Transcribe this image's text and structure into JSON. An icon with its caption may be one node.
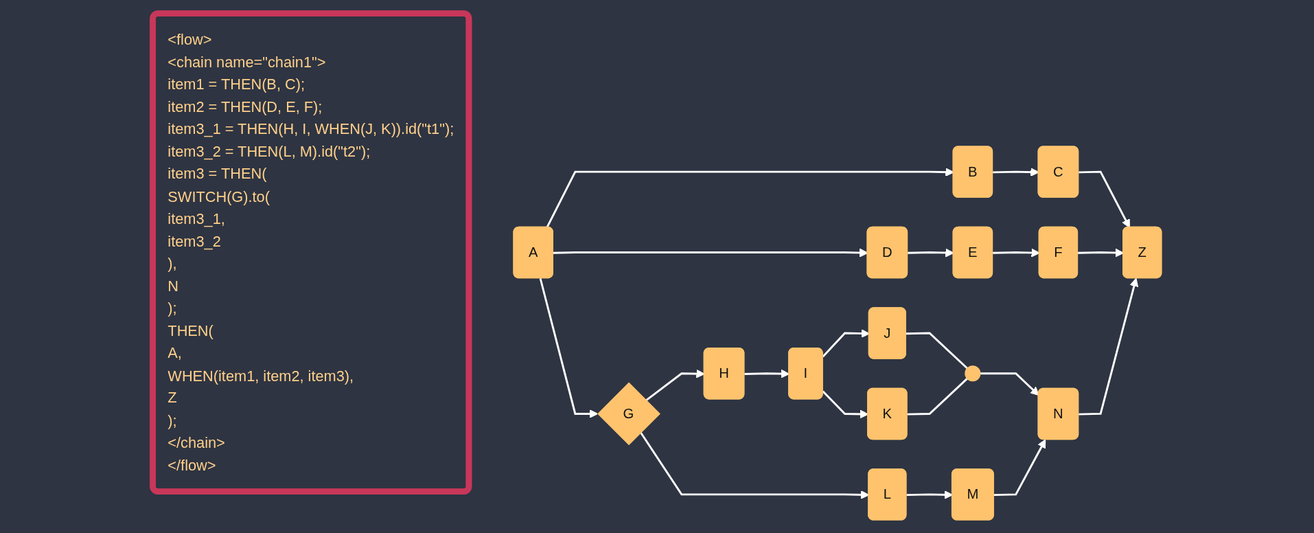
{
  "diagram": {
    "nodes": [
      {
        "text": [
          "<flow>",
          "<chain name=\"chain1\">",
          "item1 = THEN(B, C);",
          "item2 = THEN(D, E, F);",
          "item3_1 = THEN(H, I, WHEN(J, K)).id(\"t1\");",
          "item3_2 = THEN(L, M).id(\"t2\");",
          "item3 = THEN(",
          "SWITCH(G).to(",
          "item3_1,",
          "item3_2",
          "),",
          "N",
          ");",
          "THEN(",
          "A,",
          "WHEN(item1, item2, item3),",
          "Z",
          ");",
          "</chain>",
          "</flow>"
        ]
      },
      {
        "text": [
          "A"
        ]
      },
      {
        "text": [
          "B"
        ]
      },
      {
        "text": [
          "C"
        ]
      },
      {
        "text": [
          "D"
        ]
      },
      {
        "text": [
          "E"
        ]
      },
      {
        "text": [
          "F"
        ]
      },
      {
        "text": [
          "Z"
        ]
      },
      {
        "text": [
          "G"
        ]
      },
      {
        "text": [
          "H"
        ]
      },
      {
        "text": [
          "I"
        ]
      },
      {
        "text": [
          "J"
        ]
      },
      {
        "text": [
          "K"
        ]
      },
      {
        "text": [],
        "shape": "circle"
      },
      {
        "text": [
          "N"
        ]
      },
      {
        "text": [
          "L"
        ]
      },
      {
        "text": [
          "M"
        ]
      }
    ],
    "edges": [
      {
        "from": 1,
        "to": 2,
        "arrow": "to"
      },
      {
        "from": 1,
        "to": 4,
        "arrow": "to"
      },
      {
        "from": 1,
        "to": 8,
        "arrow": "to"
      },
      {
        "from": 2,
        "to": 3,
        "arrow": "to"
      },
      {
        "from": 3,
        "to": 7,
        "arrow": "to"
      },
      {
        "from": 4,
        "to": 5,
        "arrow": "to"
      },
      {
        "from": 5,
        "to": 6,
        "arrow": "to"
      },
      {
        "from": 6,
        "to": 7,
        "arrow": "to"
      },
      {
        "from": 8,
        "to": 9,
        "arrow": "to"
      },
      {
        "from": 8,
        "to": 15,
        "arrow": "to"
      },
      {
        "from": 9,
        "to": 10,
        "arrow": "to"
      },
      {
        "from": 10,
        "to": 11,
        "arrow": "to"
      },
      {
        "from": 10,
        "to": 12,
        "arrow": "to"
      },
      {
        "from": 11,
        "to": 13,
        "arrow": "none"
      },
      {
        "from": 12,
        "to": 13,
        "arrow": "none"
      },
      {
        "from": 13,
        "to": 14,
        "arrow": "to"
      },
      {
        "from": 15,
        "to": 16,
        "arrow": "to"
      },
      {
        "from": 16,
        "to": 14,
        "arrow": "to"
      },
      {
        "from": 14,
        "to": 7,
        "arrow": "to"
      }
    ]
  }
}
